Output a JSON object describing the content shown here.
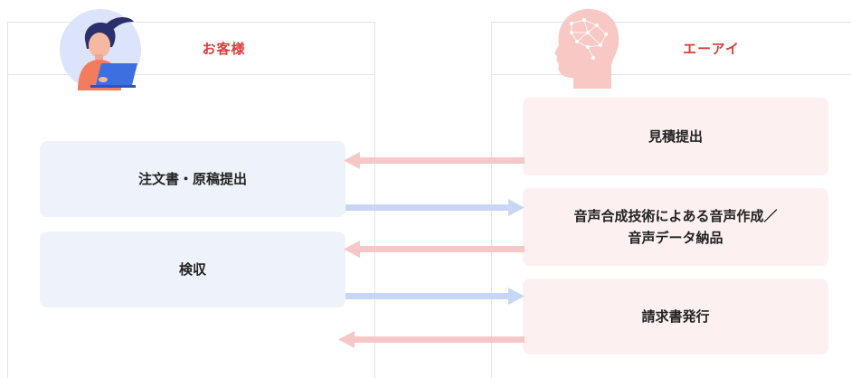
{
  "colors": {
    "accent_red": "#e03a3a",
    "customer_box": "#eef2fa",
    "company_box": "#fdf0f0",
    "arrow_pink": "#f6c7c7",
    "arrow_blue": "#c8d6f6"
  },
  "left_column": {
    "title": "お客様",
    "icon": "customer-avatar-icon",
    "steps": [
      "注文書・原稿提出",
      "検収"
    ]
  },
  "right_column": {
    "title": "エーアイ",
    "icon": "brain-head-icon",
    "steps": [
      {
        "line1": "見積提出",
        "line2": ""
      },
      {
        "line1": "音声合成技術によある音声作成／",
        "line2": "音声データ納品"
      },
      {
        "line1": "請求書発行",
        "line2": ""
      }
    ]
  },
  "arrows": [
    {
      "direction": "left",
      "color": "pink"
    },
    {
      "direction": "right",
      "color": "blue"
    },
    {
      "direction": "left",
      "color": "pink"
    },
    {
      "direction": "right",
      "color": "blue"
    },
    {
      "direction": "left",
      "color": "pink"
    }
  ]
}
